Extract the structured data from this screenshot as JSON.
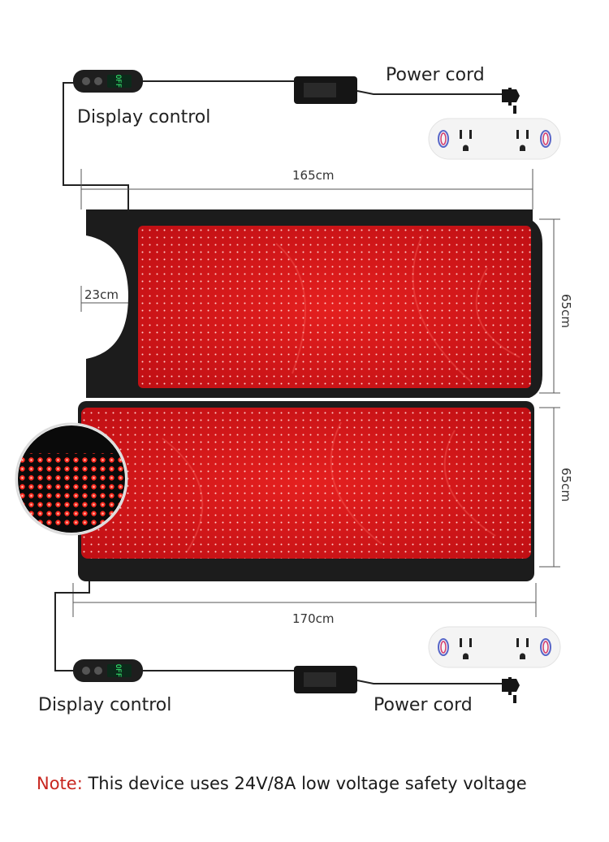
{
  "labels": {
    "top_power": "Power cord",
    "top_display": "Display control",
    "bottom_display": "Display control",
    "bottom_power": "Power cord"
  },
  "dimensions": {
    "top_width": "165cm",
    "bottom_width": "170cm",
    "notch": "23cm",
    "top_height": "65cm",
    "bottom_height": "65cm"
  },
  "controller_display": "OFF",
  "note": {
    "prefix": "Note:",
    "text": " This device uses 24V/8A low voltage safety voltage"
  },
  "colors": {
    "panel_red": "#d21418",
    "panel_frame": "#1c1c1c",
    "note_accent": "#c8261f"
  }
}
